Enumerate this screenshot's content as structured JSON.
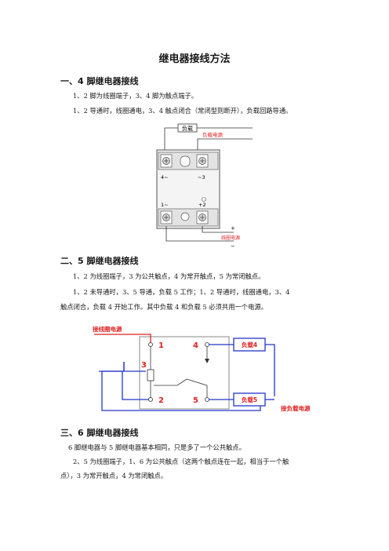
{
  "title": "继电器接线方法",
  "section1": {
    "heading": "一、4 脚继电器接线",
    "lines": [
      "1、2 脚为线圈端子，3、4 脚为触点端子。",
      "1、2 导通时，线圈通电，3、4 触点闭合（常闭型则断开），负载回路导通。"
    ],
    "figure": {
      "load_label": "负载",
      "load_power_label": "负载电源",
      "coil_power_label": "线圈电源",
      "terminal_4": "4~",
      "terminal_3": "~3",
      "terminal_1": "1~",
      "terminal_2": "+2",
      "plus": "+",
      "minus": "−"
    }
  },
  "section2": {
    "heading": "二、5 脚继电器接线",
    "lines": [
      "1、2 为线圈端子，3 为公共触点，4 为常开触点，5 为常闭触点。",
      "1、2 未导通时，3、5 导通，负载 5 工作；1、2 导通时，线圈通电，3、4",
      "触点闭合，负载 4 开始工作。其中负载 4 和负载 5 必须共用一个电源。"
    ],
    "figure": {
      "coil_power_label": "接线圈电源",
      "load_power_label": "接负载电源",
      "pin1": "1",
      "pin2": "2",
      "pin3": "3",
      "pin4": "4",
      "pin5": "5",
      "load4": "负载4",
      "load5": "负载5"
    }
  },
  "section3": {
    "heading": "三、6 脚继电器接线",
    "lines": [
      "6 脚继电器与 5 脚继电器基本相同，只是多了一个公共触点。",
      "2、5 为线圈端子，1、6 为公共触点（这两个触点连在一起，相当于一个触",
      "点），3 为常开触点，4 为常闭触点。"
    ]
  },
  "colors": {
    "red": "#e02020",
    "blue": "#2436c8",
    "gray": "#7a7a7a"
  }
}
